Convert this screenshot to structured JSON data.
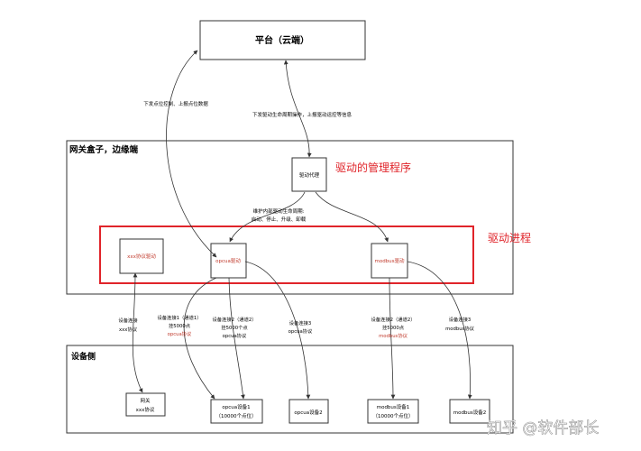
{
  "platform": {
    "label": "平台（云端）"
  },
  "gateway": {
    "label": "网关盒子，边缘端"
  },
  "devices_area": {
    "label": "设备侧"
  },
  "agent": {
    "label": "驱动代理",
    "annotation": "驱动的管理程序"
  },
  "processes": {
    "annotation": "驱动进程"
  },
  "drivers": {
    "xxx": "xxx协议驱动",
    "opcua": "opcua驱动",
    "modbus": "modbus驱动"
  },
  "edges": {
    "down_control": "下发点位控制、上报点位数据",
    "down_lifecycle": "下发驱动生命周期操作，上报驱动运控等信息",
    "maintain_1": "维护内部驱动生命周期:",
    "maintain_2": "启动、停止、升级、卸载"
  },
  "connections": {
    "c_xxx": {
      "l1": "设备连接",
      "l2": "xxx协议",
      "l3": ""
    },
    "c_opc1": {
      "l1": "设备连接1（通道1）",
      "l2": "挂5000点",
      "l3": "opcua协议"
    },
    "c_opc2": {
      "l1": "设备连接2（通道2）",
      "l2": "挂5000个点",
      "l3": "opcua协议"
    },
    "c_opc3": {
      "l1": "设备连接3",
      "l2": "opcua协议",
      "l3": ""
    },
    "c_mod2": {
      "l1": "设备连接2（通道2）",
      "l2": "挂5000点",
      "l3": "modbus协议"
    },
    "c_mod3": {
      "l1": "设备连接3",
      "l2": "modbus协议",
      "l3": ""
    }
  },
  "devices": {
    "gw": {
      "l1": "网关",
      "l2": "xxx协议"
    },
    "opc1": {
      "l1": "opcua设备1",
      "l2": "（10000个点位）"
    },
    "opc2": {
      "l1": "opcua设备2",
      "l2": ""
    },
    "mod1": {
      "l1": "modbus设备1",
      "l2": "（10000个点位）"
    },
    "mod2": {
      "l1": "modbus设备2",
      "l2": ""
    }
  },
  "watermark": "知乎 @软件部长",
  "colors": {
    "red": "#e0242a",
    "stroke": "#333333",
    "text_red": "#c0392b"
  }
}
